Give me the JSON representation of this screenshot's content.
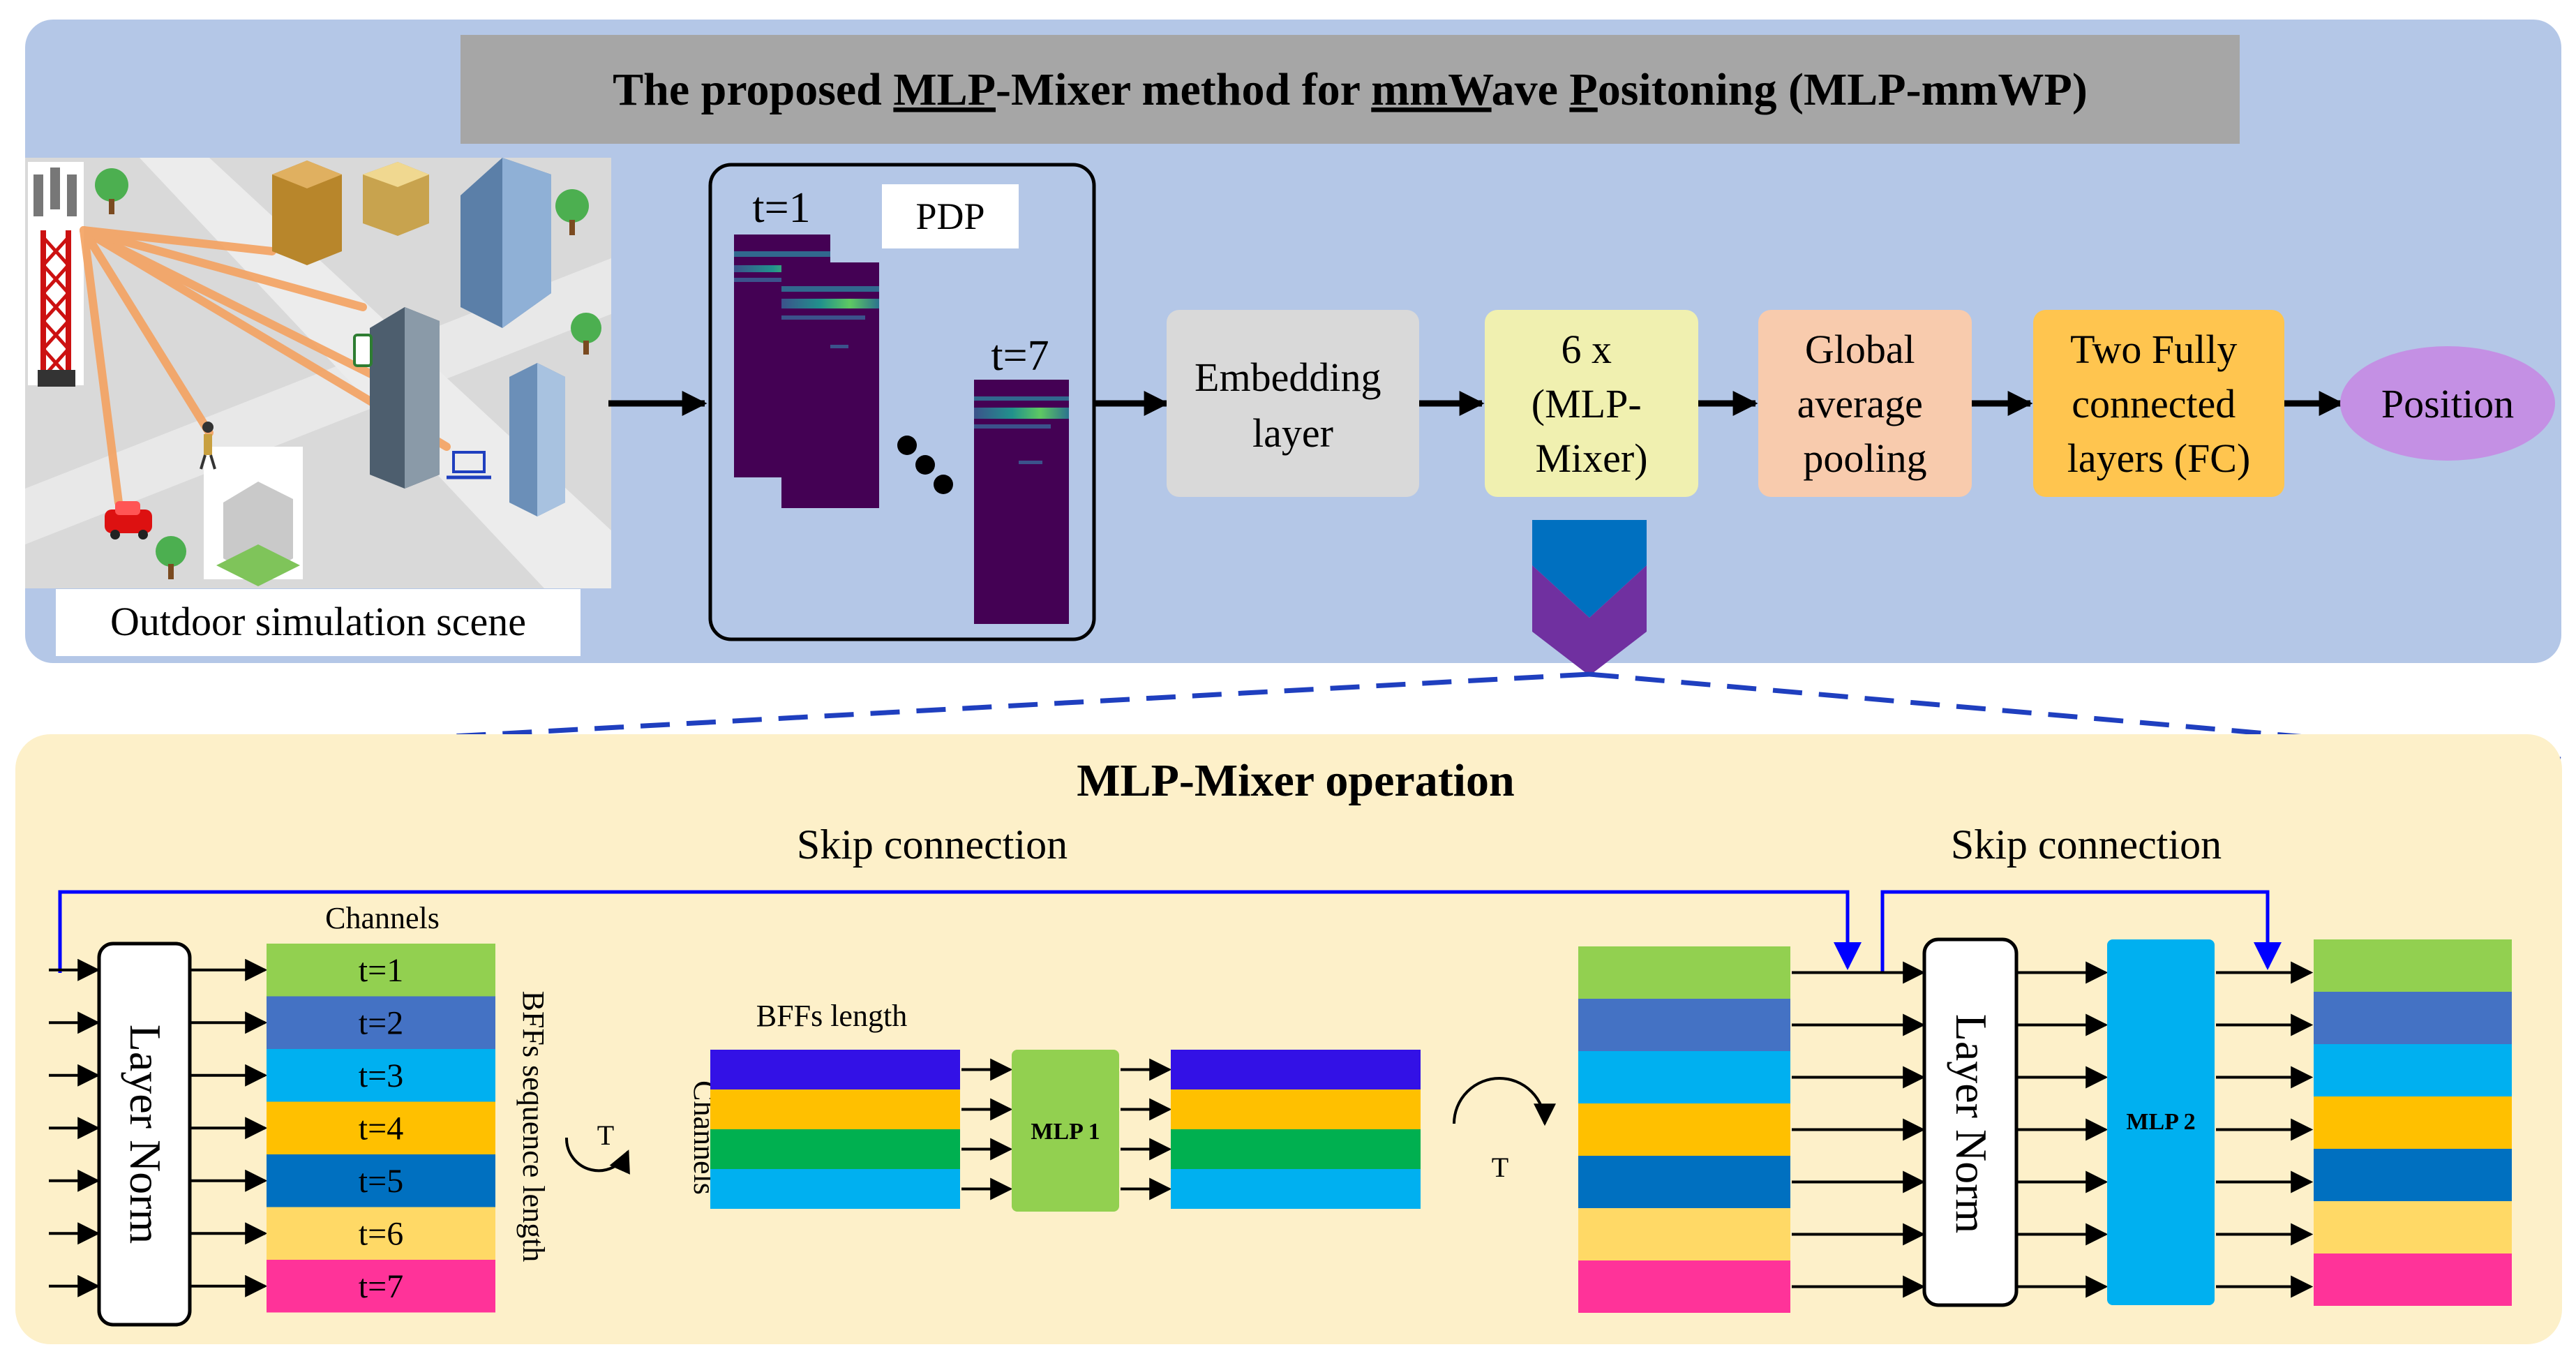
{
  "title": {
    "segments": [
      {
        "text": "The proposed ",
        "u": false
      },
      {
        "text": "MLP",
        "u": true
      },
      {
        "text": "-Mixer method for ",
        "u": false
      },
      {
        "text": "mmW",
        "u": true
      },
      {
        "text": "ave ",
        "u": false
      },
      {
        "text": "P",
        "u": true
      },
      {
        "text": "ositoning (MLP-mmWP)",
        "u": false
      }
    ]
  },
  "scene": {
    "label": "Outdoor simulation scene"
  },
  "pdp": {
    "label": "PDP",
    "first": "t=1",
    "last": "t=7"
  },
  "pipeline": {
    "embedding": [
      "Embedding",
      "layer"
    ],
    "mixer": [
      "6 x",
      "(MLP-",
      "Mixer)"
    ],
    "gap": [
      "Global",
      "average",
      "pooling"
    ],
    "fc": [
      "Two Fully",
      "connected",
      "layers (FC)"
    ],
    "position": "Position"
  },
  "mixer_op": {
    "title": "MLP-Mixer operation",
    "skip1": "Skip connection",
    "skip2": "Skip connection",
    "layer_norm": "Layer Norm",
    "channels_top": "Channels",
    "seq_label": "BFFs sequence length",
    "bffs_length": "BFFs length",
    "channels_side": "Channels",
    "transpose": "T",
    "mlp1": "MLP 1",
    "mlp2": "MLP 2",
    "time_rows": [
      "t=1",
      "t=2",
      "t=3",
      "t=4",
      "t=5",
      "t=6",
      "t=7"
    ]
  },
  "colors": {
    "top_panel": "#b4c7e7",
    "bottom_panel": "#fdf0c9",
    "title_bar": "#a6a6a6",
    "embedding": "#d9d9d9",
    "mixer": "#f0f0b0",
    "gap": "#f8cbad",
    "fc": "#ffc54f",
    "position": "#c490e4",
    "skip_line": "#0000ff",
    "dashed": "#1f3fbf",
    "mlp": "#92d050",
    "mlp2": "#00b0f0",
    "row_colors": [
      "#92d050",
      "#4472c4",
      "#00b0f0",
      "#ffc000",
      "#0070c0",
      "#ffd966",
      "#ff3399"
    ],
    "mid_colors": [
      "#3311e6",
      "#ffc000",
      "#00b050",
      "#00b0f0"
    ]
  }
}
